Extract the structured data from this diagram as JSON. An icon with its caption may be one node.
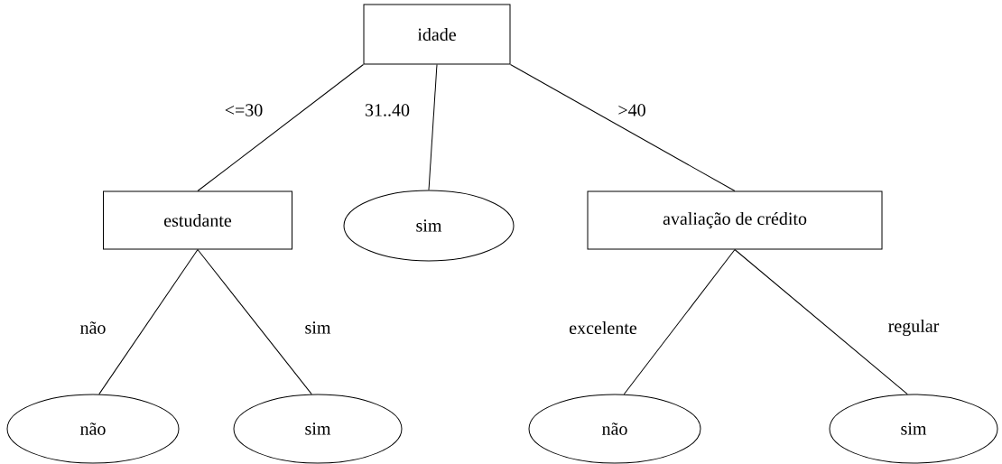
{
  "diagram": {
    "nodes": [
      {
        "text": [
          "idade"
        ]
      },
      {
        "text": [
          "estudante"
        ]
      },
      {
        "text": [
          "sim"
        ]
      },
      {
        "text": [
          "avaliação de crédito"
        ]
      },
      {
        "text": [
          "não"
        ]
      },
      {
        "text": [
          "sim"
        ]
      },
      {
        "text": [
          "não"
        ]
      },
      {
        "text": [
          "sim"
        ]
      }
    ],
    "edges": [
      {
        "from": 0,
        "to": 1,
        "arrow": "none",
        "label": "<=30"
      },
      {
        "from": 0,
        "to": 2,
        "arrow": "none",
        "label": "31..40"
      },
      {
        "from": 0,
        "to": 3,
        "arrow": "none",
        "label": ">40"
      },
      {
        "from": 1,
        "to": 4,
        "arrow": "none",
        "label": "não"
      },
      {
        "from": 1,
        "to": 5,
        "arrow": "none",
        "label": "sim"
      },
      {
        "from": 3,
        "to": 6,
        "arrow": "none",
        "label": "excelente"
      },
      {
        "from": 3,
        "to": 7,
        "arrow": "none",
        "label": "regular"
      }
    ]
  }
}
